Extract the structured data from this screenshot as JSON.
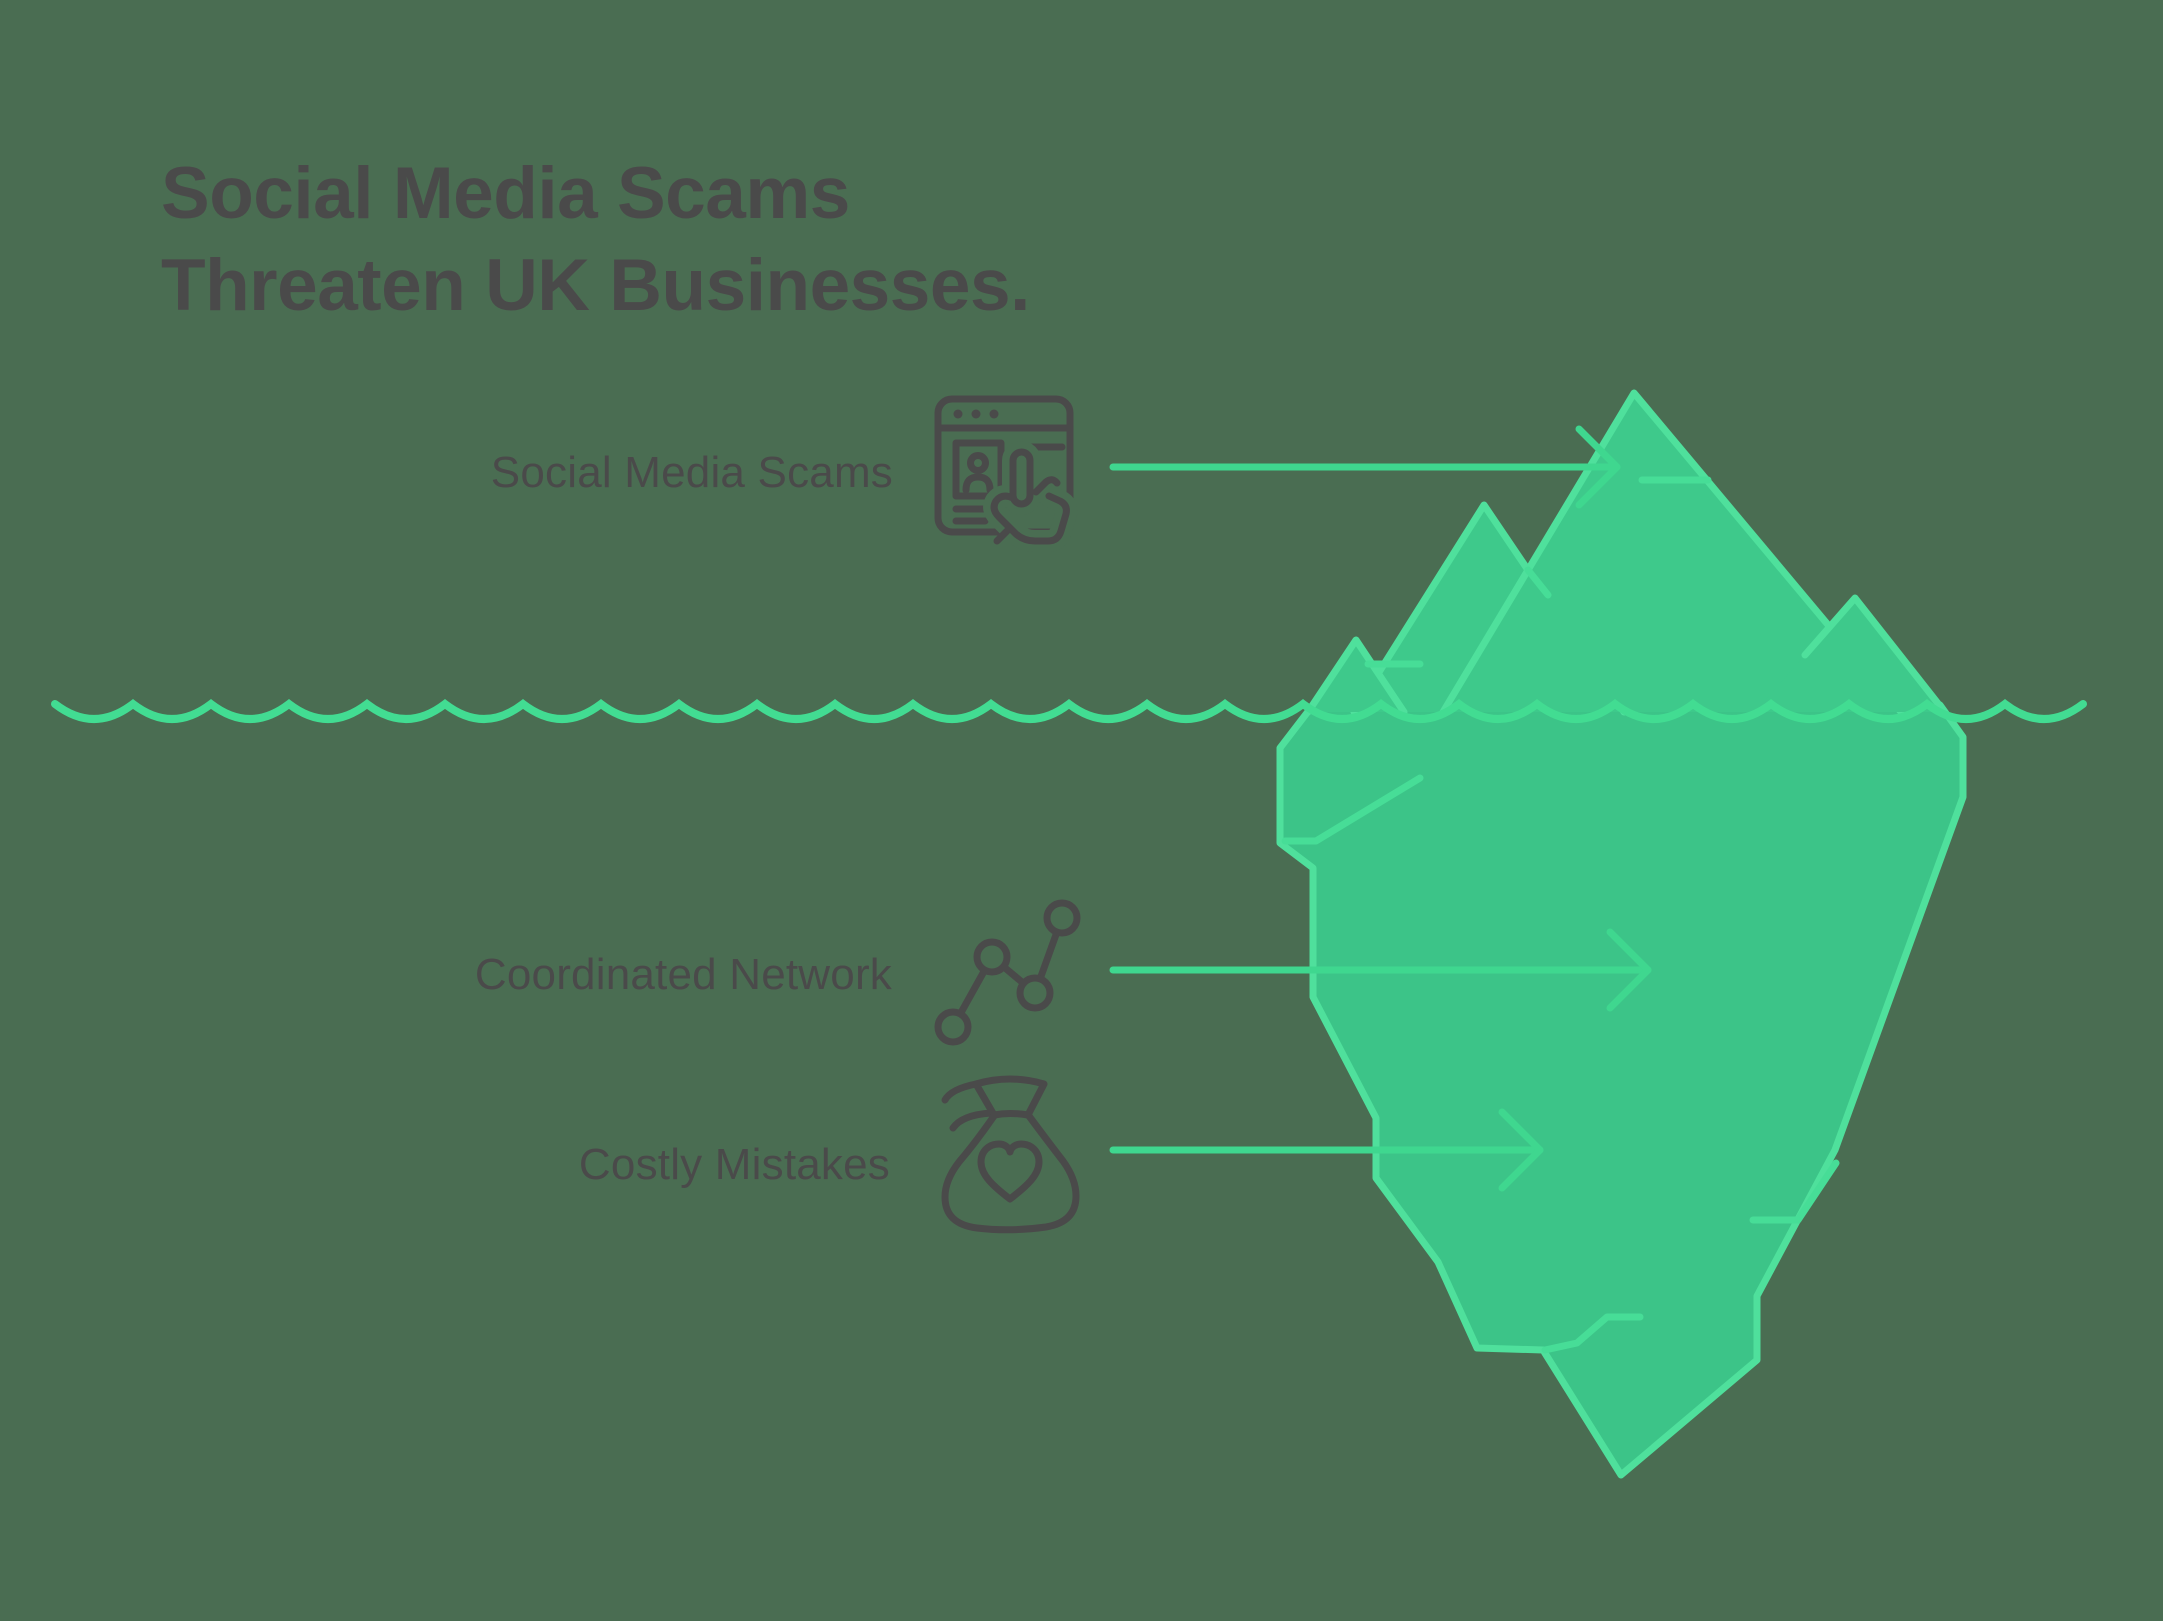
{
  "title": {
    "line1": "Social Media Scams",
    "line2": "Threaten UK Businesses."
  },
  "labels": {
    "social": "Social Media Scams",
    "network": "Coordinated Network",
    "costly": "Costly Mistakes"
  },
  "icons": {
    "social": "browser-id-card-pointer-icon",
    "network": "connected-nodes-icon",
    "costly": "money-bag-heart-icon"
  },
  "diagram": {
    "type": "iceberg-infographic",
    "above_water_item": "Social Media Scams",
    "below_water_items": [
      "Coordinated Network",
      "Costly Mistakes"
    ]
  },
  "colors": {
    "background": "#4A6D52",
    "iceberg_fill_above": "#3EC98B",
    "iceberg_fill_below": "#3CC488",
    "iceberg_outline": "#4FE09C",
    "crack_line": "#47DD97",
    "wave_line": "#42DC92",
    "arrow_line": "#3FD78F",
    "text_and_icons": "#4A4A4A"
  }
}
